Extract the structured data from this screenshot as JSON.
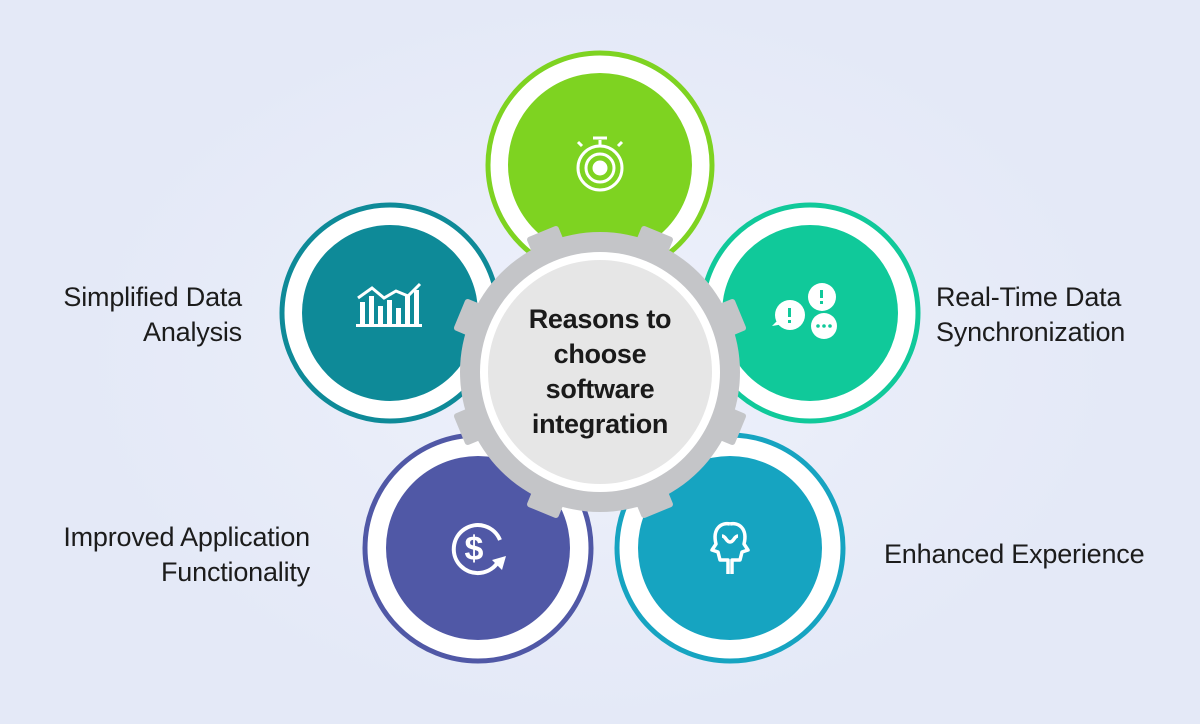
{
  "center": {
    "title_lines": [
      "Reasons to",
      "choose",
      "software",
      "integration"
    ]
  },
  "items": [
    {
      "key": "top",
      "color": "#7ed321",
      "icon": "stopwatch-gear-icon",
      "label_lines": []
    },
    {
      "key": "simplified-data-analysis",
      "color": "#0e8a98",
      "icon": "bar-chart-trend-icon",
      "label_lines": [
        "Simplified Data",
        "Analysis"
      ]
    },
    {
      "key": "real-time-data-synchronization",
      "color": "#10c99a",
      "icon": "chat-bubbles-icon",
      "label_lines": [
        "Real-Time Data",
        "Synchronization"
      ]
    },
    {
      "key": "improved-application-functionality",
      "color": "#5058a6",
      "icon": "dollar-refresh-icon",
      "label_lines": [
        "Improved Application",
        "Functionality"
      ]
    },
    {
      "key": "enhanced-experience",
      "color": "#16a4c1",
      "icon": "two-heads-icon",
      "label_lines": [
        "Enhanced Experience"
      ]
    }
  ],
  "colors": {
    "background": "#e4e9f7",
    "gear": "#c4c5c8",
    "hub": "#e6e6e6"
  }
}
